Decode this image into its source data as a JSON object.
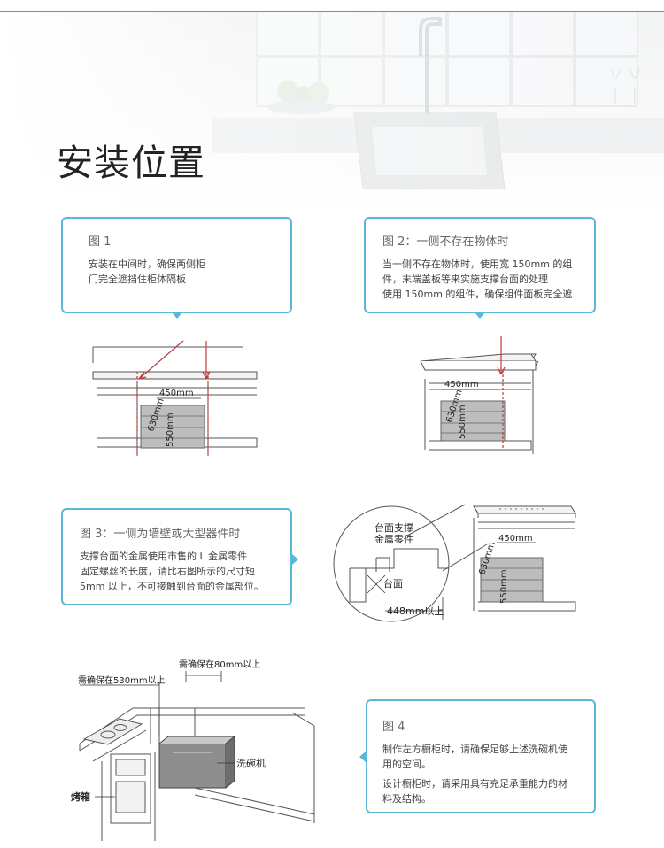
{
  "page": {
    "title": "安装位置"
  },
  "notes": {
    "fig1": {
      "title": "图 1",
      "lines": [
        "安装在中间时，确保两侧柜",
        "门完全遮挡住柜体隔板"
      ]
    },
    "fig2": {
      "title": "图 2：一侧不存在物体时",
      "lines": [
        "当一侧不存在物体时，使用宽 150mm 的组",
        "件，末端盖板等来实施支撑台面的处理",
        "使用 150mm 的组件，确保组件面板完全遮"
      ]
    },
    "fig3": {
      "title": "图 3：一侧为墙壁或大型器件时",
      "lines": [
        "支撑台面的金属使用市售的 L 金属零件",
        "固定螺丝的长度，请比右图所示的尺寸短",
        "5mm 以上，不可接触到台面的金属部位。"
      ]
    },
    "fig4": {
      "title": "图 4",
      "para1": [
        "制作左方橱柜时，请确保足够上述洗碗机使",
        "用的空间。"
      ],
      "para2": [
        "设计橱柜时，请采用具有充足承重能力的材",
        "料及结构。"
      ]
    }
  },
  "diagrams": {
    "d1": {
      "w": "450mm",
      "d": "630mm",
      "h": "550mm"
    },
    "d2": {
      "w": "450mm",
      "d": "630mm",
      "h": "550mm"
    },
    "d3": {
      "w": "450mm",
      "d": "630mm",
      "h": "550mm",
      "bracket_line1": "台面支撑",
      "bracket_line2": "金属零件",
      "counter": "台面",
      "depth": "448mm以上"
    },
    "d4": {
      "top_clear": "需确保在80mm以上",
      "side_clear": "需确保在530mm以上",
      "dishwasher": "洗碗机",
      "oven": "烤箱"
    }
  },
  "colors": {
    "accent": "#59b8d9",
    "red_arrow": "#c0393b"
  }
}
